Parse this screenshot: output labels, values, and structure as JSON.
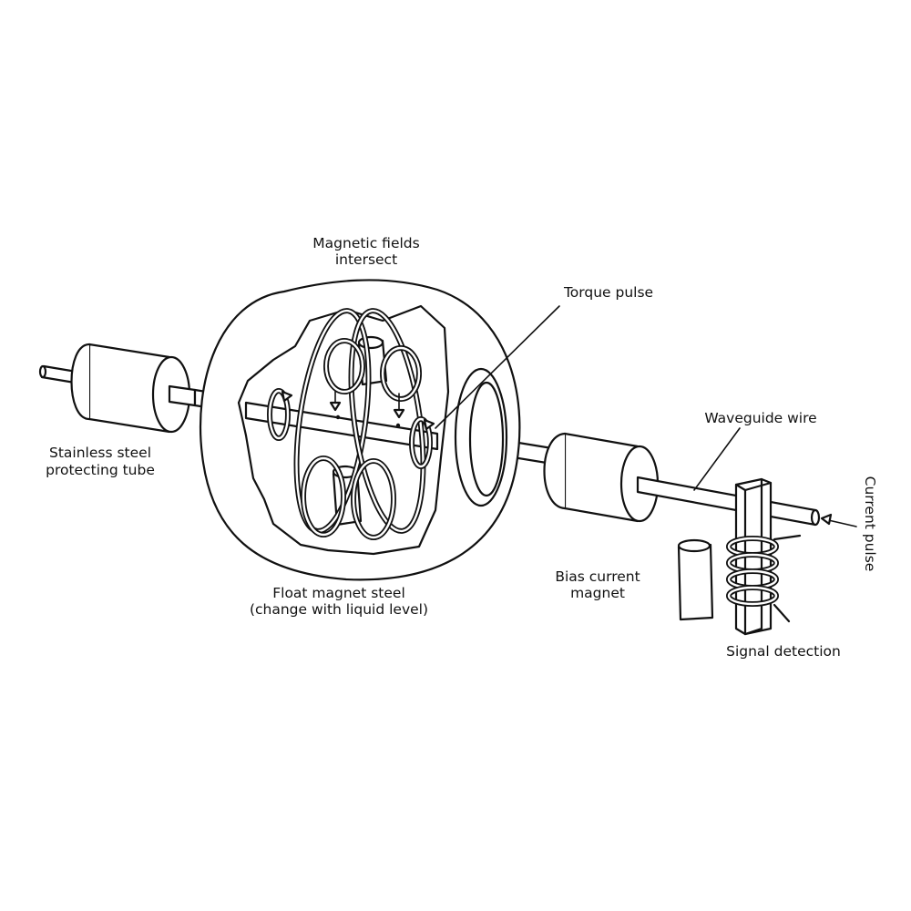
{
  "colors": {
    "ink": "#111111",
    "background": "#ffffff"
  },
  "labels": {
    "magnetic_fields_1": "Magnetic fields",
    "magnetic_fields_2": "intersect",
    "torque_pulse": "Torque pulse",
    "waveguide_wire": "Waveguide wire",
    "current_pulse": "Current pulse",
    "stainless_1": "Stainless steel",
    "stainless_2": "protecting tube",
    "float_magnet_1": "Float magnet steel",
    "float_magnet_2": "(change with liquid level)",
    "bias_magnet_1": "Bias current",
    "bias_magnet_2": "magnet",
    "signal_detection": "Signal detection"
  }
}
